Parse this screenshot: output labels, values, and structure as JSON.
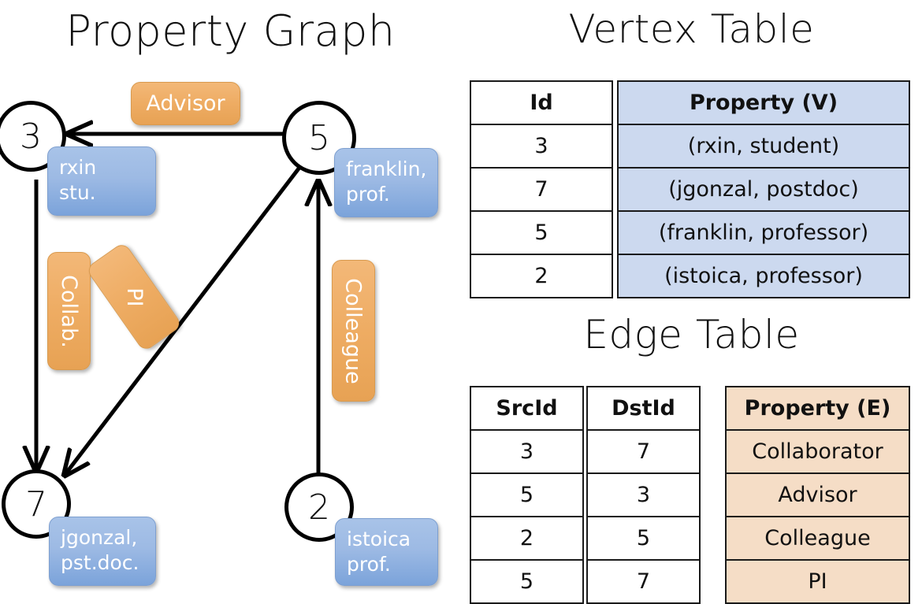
{
  "titles": {
    "property_graph": "Property Graph",
    "vertex_table": "Vertex Table",
    "edge_table": "Edge Table"
  },
  "colors": {
    "vertex_property_fill": "#ccd9ef",
    "edge_property_fill": "#f5ddc6",
    "node_property_box": "#9dbae4",
    "edge_label_box": "#eeac63",
    "stroke": "#000000"
  },
  "graph": {
    "nodes": [
      {
        "id": "3",
        "property_lines": [
          "rxin",
          "stu."
        ]
      },
      {
        "id": "5",
        "property_lines": [
          "franklin,",
          "prof."
        ]
      },
      {
        "id": "7",
        "property_lines": [
          "jgonzal,",
          "pst.doc."
        ]
      },
      {
        "id": "2",
        "property_lines": [
          "istoica",
          "prof."
        ]
      }
    ],
    "edge_labels": [
      {
        "name": "advisor",
        "text": "Advisor",
        "orientation": "horizontal"
      },
      {
        "name": "collab",
        "text": "Collab.",
        "orientation": "vertical"
      },
      {
        "name": "pi",
        "text": "PI",
        "orientation": "diagonal"
      },
      {
        "name": "colleague",
        "text": "Colleague",
        "orientation": "vertical"
      }
    ],
    "edges": [
      {
        "from": "5",
        "to": "3",
        "label": "Advisor"
      },
      {
        "from": "3",
        "to": "7",
        "label": "Collab."
      },
      {
        "from": "5",
        "to": "7",
        "label": "PI"
      },
      {
        "from": "2",
        "to": "5",
        "label": "Colleague"
      }
    ]
  },
  "vertex_table": {
    "headers": [
      "Id",
      "Property (V)"
    ],
    "rows": [
      {
        "id": "3",
        "property": "(rxin, student)"
      },
      {
        "id": "7",
        "property": "(jgonzal, postdoc)"
      },
      {
        "id": "5",
        "property": "(franklin, professor)"
      },
      {
        "id": "2",
        "property": "(istoica, professor)"
      }
    ]
  },
  "edge_table": {
    "headers": [
      "SrcId",
      "DstId",
      "Property (E)"
    ],
    "rows": [
      {
        "src": "3",
        "dst": "7",
        "property": "Collaborator"
      },
      {
        "src": "5",
        "dst": "3",
        "property": "Advisor"
      },
      {
        "src": "2",
        "dst": "5",
        "property": "Colleague"
      },
      {
        "src": "5",
        "dst": "7",
        "property": "PI"
      }
    ]
  }
}
